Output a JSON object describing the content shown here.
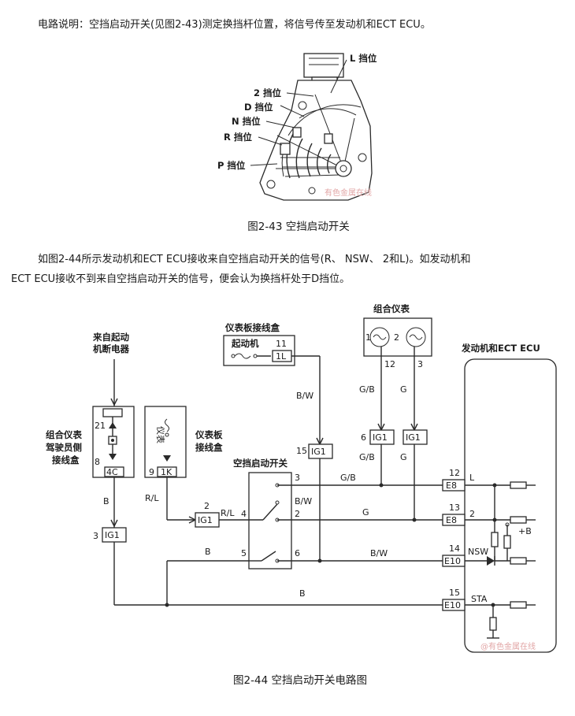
{
  "text": {
    "intro": "电路说明：空挡启动开关(见图2-43)测定换挡杆位置，将信号传至发动机和ECT ECU。",
    "caption1": "图2-43 空挡启动开关",
    "body_line1": "如图2-44所示发动机和ECT ECU接收来自空挡启动开关的信号(R、 NSW、 2和L)。如发动机和",
    "body_line2": "ECT ECU接收不到来自空挡启动开关的信号，便会认为换挡杆处于D挡位。",
    "caption2": "图2-44 空挡启动开关电路图"
  },
  "fig43": {
    "labels": [
      "L 挡位",
      "2 挡位",
      "D 挡位",
      "N 挡位",
      "R 挡位",
      "P 挡位"
    ],
    "watermark": "有色金属在线"
  },
  "fig44": {
    "starter_relay": "来自起动",
    "starter_relay2": "机断电器",
    "jb_label": [
      "组合仪表",
      "驾驶员侧",
      "接线盒"
    ],
    "jb_pins": {
      "top": "21",
      "bottom": "8",
      "conn": "4C"
    },
    "ip_jb_label": [
      "仪表板",
      "接线盒"
    ],
    "ip_jb_inner": "仪表",
    "ip_jb_pin": "9",
    "ip_jb_conn": "1K",
    "ip_junction_title": "仪表板接线盒",
    "starter_label": "起动机",
    "starter_pin": "11",
    "starter_conn": "1L",
    "combo_meter": "组合仪表",
    "meter_pins": [
      "1",
      "2",
      "12",
      "3"
    ],
    "ecu_title": "发动机和ECT ECU",
    "nsw_title": "空挡启动开关",
    "wire_colors": {
      "b": "B",
      "rl": "R/L",
      "bw": "B/W",
      "gb": "G/B",
      "g": "G"
    },
    "ig1": "IG1",
    "pins": {
      "p2": "2",
      "p3": "3",
      "p4": "4",
      "p5": "5",
      "p6": "6",
      "p15": "15",
      "p6b": "6",
      "p3b": "3"
    },
    "ecu_pins": [
      {
        "num": "12",
        "conn": "E8",
        "sig": "L"
      },
      {
        "num": "13",
        "conn": "E8",
        "sig": "2"
      },
      {
        "num": "14",
        "conn": "E10",
        "sig": "NSW"
      },
      {
        "num": "15",
        "conn": "E10",
        "sig": "STA"
      }
    ],
    "plus_b": "+B",
    "watermark": "@有色金属在线"
  }
}
